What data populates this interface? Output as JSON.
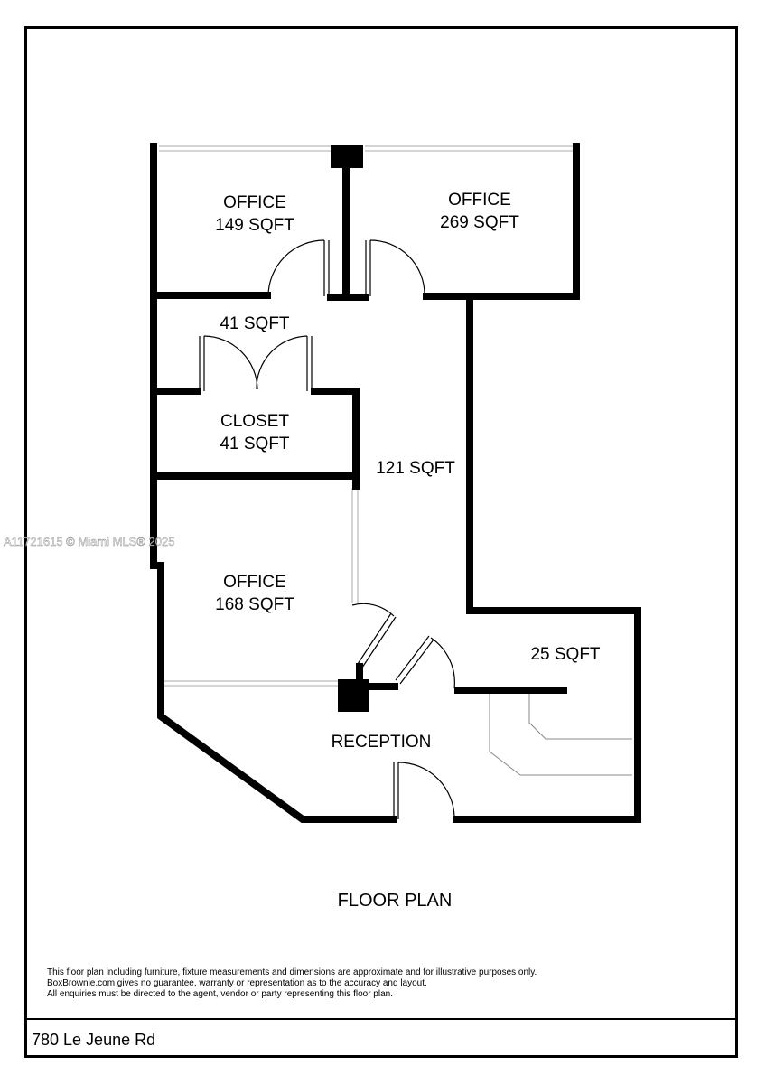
{
  "rooms": {
    "office_top_left": {
      "name": "OFFICE",
      "area": "149 SQFT"
    },
    "office_top_right": {
      "name": "OFFICE",
      "area": "269 SQFT"
    },
    "hall_upper": {
      "area": "41 SQFT"
    },
    "closet": {
      "name": "CLOSET",
      "area": "41 SQFT"
    },
    "hall_main": {
      "area": "121 SQFT"
    },
    "office_bottom_left": {
      "name": "OFFICE",
      "area": "168 SQFT"
    },
    "alcove": {
      "area": "25 SQFT"
    },
    "reception": {
      "name": "RECEPTION"
    }
  },
  "plan_title": "FLOOR PLAN",
  "disclaimer": [
    "This floor plan including furniture, fixture measurements and dimensions are approximate and for illustrative purposes only.",
    "BoxBrownie.com gives no guarantee, warranty or representation as to the accuracy and layout.",
    "All enquiries must be directed to the agent, vendor or party representing this floor plan."
  ],
  "address": "780 Le Jeune Rd",
  "watermark": "A11721615 © Miami MLS® 2025"
}
